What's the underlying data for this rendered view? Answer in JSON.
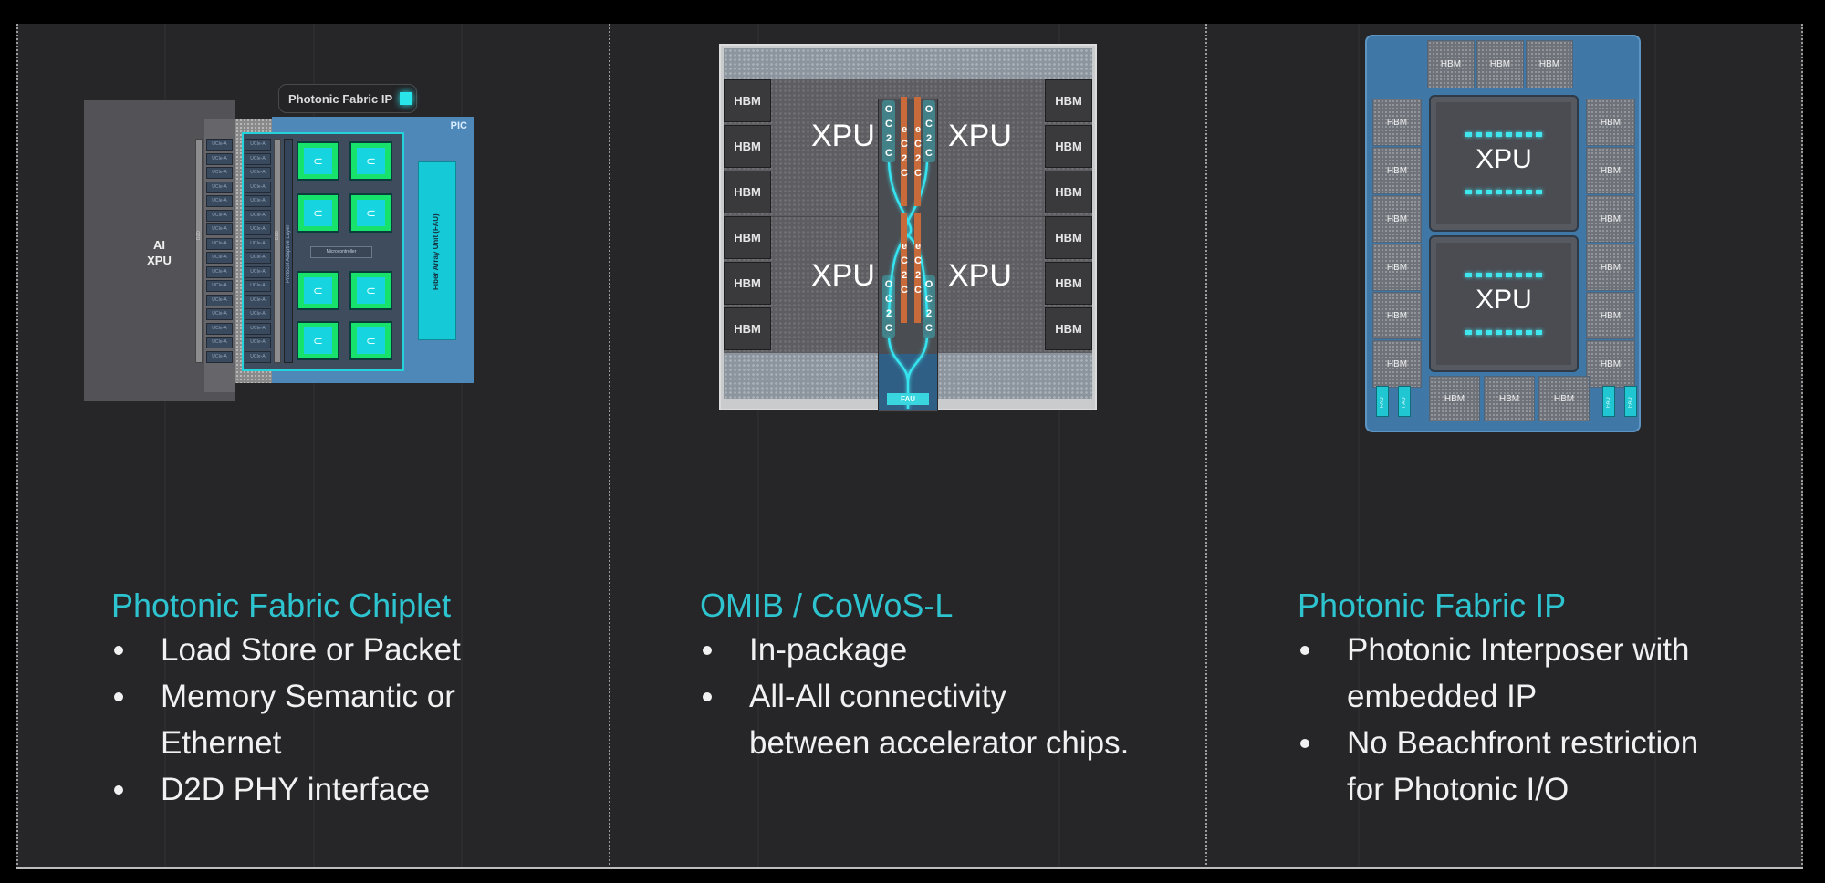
{
  "colors": {
    "accent_cyan": "#2ec4cf",
    "slide_background": "#262528",
    "pic_blue": "#4e88b8",
    "chiplet_green": "#17e36c",
    "fau_cyan": "#20c6d2",
    "eic_orange": "#c86a3a"
  },
  "diagram_chiplet": {
    "ai_xpu_label": [
      "AI",
      "XPU"
    ],
    "ip_badge_label": "Photonic Fabric IP",
    "pic_label": "PIC",
    "d2d_label": "D2D",
    "ucie_label": "UCIe-A",
    "protocol_layer_label": "Protocol Adaptive Layer",
    "microcontroller_label": "Microcontroller",
    "fau_label": "Fiber Array Unit (FAU)"
  },
  "diagram_omib": {
    "hbm_label": "HBM",
    "xpu_label": "XPU",
    "ocic_letters": [
      "O",
      "C",
      "2",
      "C"
    ],
    "eic_letters": [
      "e",
      "C",
      "2",
      "C"
    ],
    "fau_label": "FAU"
  },
  "diagram_ip": {
    "hbm_label": "HBM",
    "xpu_label": "XPU",
    "fau_label": "FAU"
  },
  "panels": [
    {
      "title": "Photonic Fabric Chiplet",
      "bullets": [
        [
          "Load Store or Packet"
        ],
        [
          "Memory Semantic or",
          "Ethernet"
        ],
        [
          "D2D PHY interface"
        ]
      ]
    },
    {
      "title": "OMIB / CoWoS-L",
      "bullets": [
        [
          "In-package"
        ],
        [
          "All-All connectivity",
          "between accelerator chips."
        ]
      ]
    },
    {
      "title": "Photonic Fabric IP",
      "bullets": [
        [
          "Photonic Interposer with",
          "embedded IP"
        ],
        [
          "No Beachfront restriction",
          "for Photonic I/O"
        ]
      ]
    }
  ]
}
